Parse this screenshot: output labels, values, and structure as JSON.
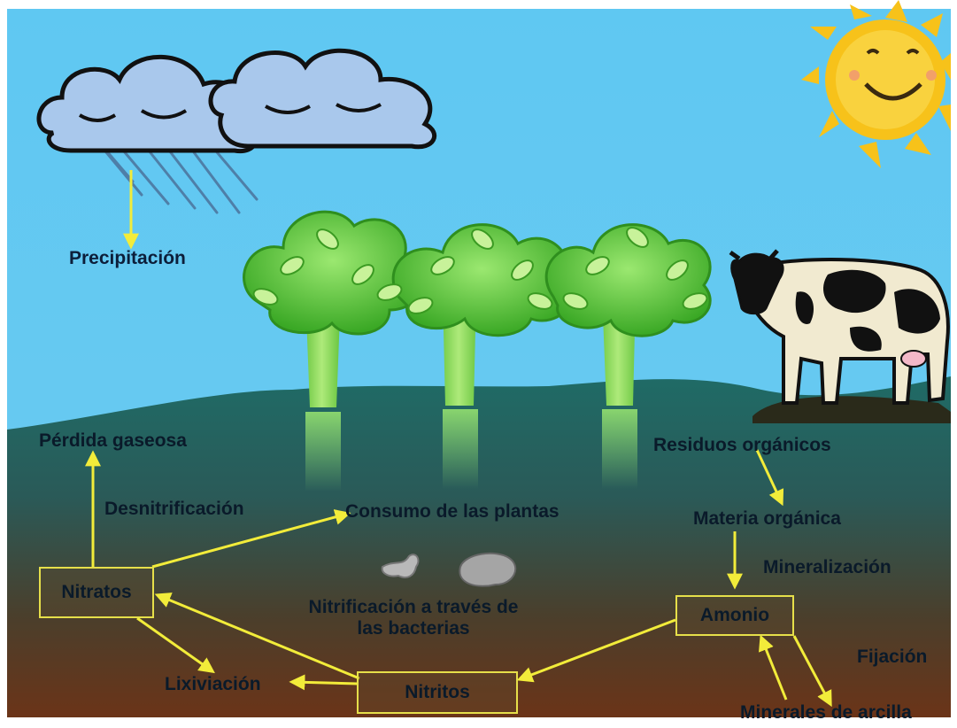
{
  "labels": {
    "precipitacion": "Precipitación",
    "perdida_gaseosa": "Pérdida gaseosa",
    "desnitrificacion": "Desnitrificación",
    "consumo_plantas": "Consumo de las plantas",
    "residuos_organicos": "Residuos orgánicos",
    "materia_organica": "Materia orgánica",
    "mineralizacion": "Mineralización",
    "nitrificacion_line1": "Nitrificación a través de",
    "nitrificacion_line2": "las bacterias",
    "lixiviacion": "Lixiviación",
    "fijacion": "Fijación",
    "minerales_arcilla": "Minerales de arcilla"
  },
  "boxes": {
    "nitratos": "Nitratos",
    "nitritos": "Nitritos",
    "amonio": "Amonio"
  },
  "colors": {
    "sky": "#5cc6f0",
    "ground_top": "#1f6b66",
    "ground_bottom": "#6b3418",
    "arrow": "#f2ec3a",
    "foliage": "#3fbf28",
    "sun": "#f7c21a"
  }
}
